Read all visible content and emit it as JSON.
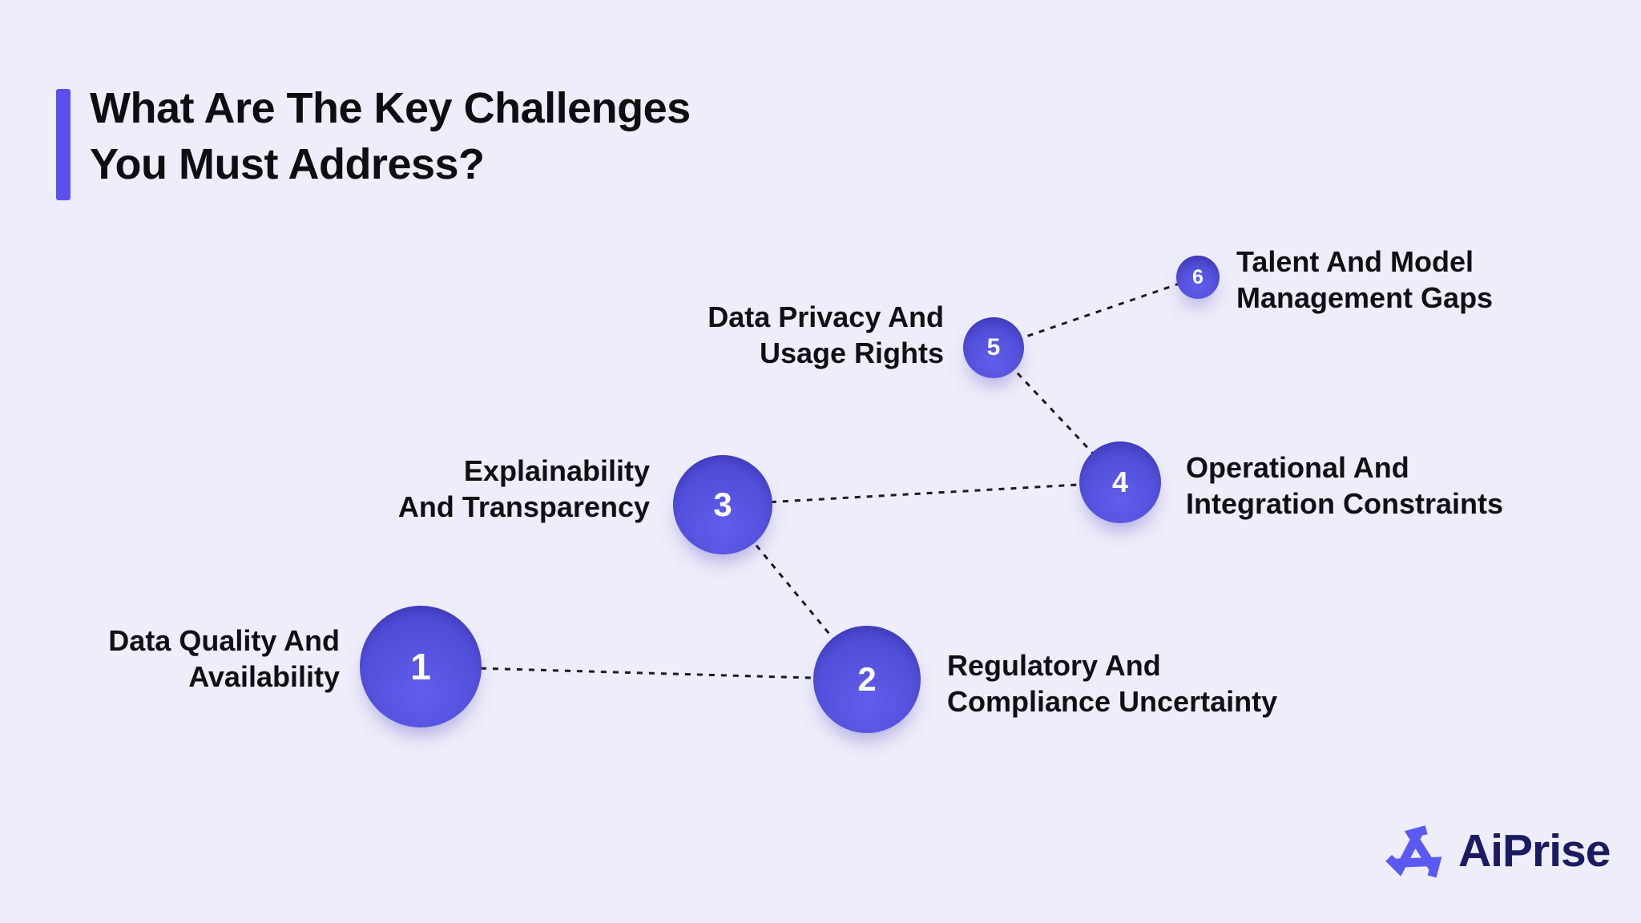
{
  "title": {
    "line1": "What Are The Key Challenges",
    "line2": "You Must Address?"
  },
  "challenges": [
    {
      "number": "1",
      "line1": "Data Quality And",
      "line2": "Availability"
    },
    {
      "number": "2",
      "line1": "Regulatory And",
      "line2": "Compliance Uncertainty"
    },
    {
      "number": "3",
      "line1": "Explainability",
      "line2": "And Transparency"
    },
    {
      "number": "4",
      "line1": "Operational And",
      "line2": "Integration Constraints"
    },
    {
      "number": "5",
      "line1": "Data Privacy And",
      "line2": "Usage Rights"
    },
    {
      "number": "6",
      "line1": "Talent And Model",
      "line2": "Management Gaps"
    }
  ],
  "brand": {
    "name": "AiPrise"
  },
  "icons": {
    "logo_mark": "aiprise-triangle-logo-icon"
  },
  "colors": {
    "background": "#EEEDFA",
    "title_bar": "#5A50F0",
    "title_text": "#0D0D12",
    "circle_fill": "#5351DC",
    "circle_number": "#FFFFFF",
    "connector": "#1B1B1B",
    "label_text": "#101014",
    "logo_mark": "#5A5AF2",
    "logo_text": "#1A1C63"
  }
}
